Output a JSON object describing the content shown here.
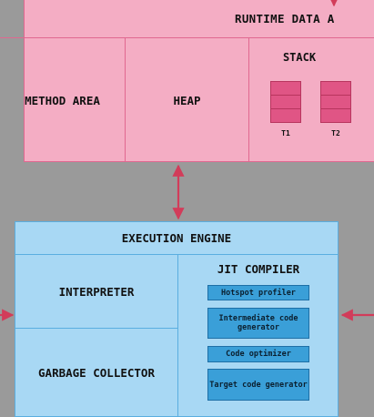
{
  "runtime_data_area": {
    "title": "RUNTIME DATA A",
    "method_area": "METHOD AREA",
    "heap": "HEAP",
    "stack": {
      "title": "STACK",
      "threads": [
        "T1",
        "T2"
      ]
    }
  },
  "execution_engine": {
    "title": "EXECUTION ENGINE",
    "interpreter": "INTERPRETER",
    "garbage_collector": "GARBAGE COLLECTOR",
    "jit_compiler": {
      "title": "JIT COMPILER",
      "components": [
        "Hotspot profiler",
        "Intermediate code generator",
        "Code optimizer",
        "Target code generator"
      ]
    }
  },
  "colors": {
    "runtime_fill": "#f4adc4",
    "runtime_border": "#e06890",
    "engine_fill": "#a8d8f4",
    "engine_border": "#5aaee0",
    "jit_box_fill": "#3a9fd8",
    "arrow": "#d23c5a",
    "background": "#9a9a9a"
  }
}
